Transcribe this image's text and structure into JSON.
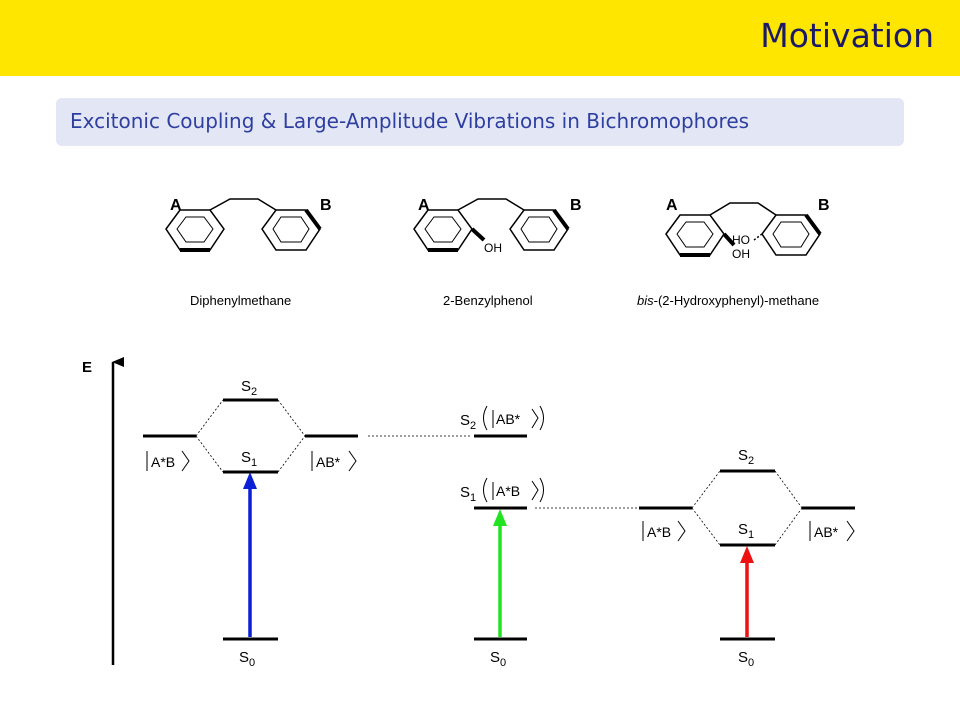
{
  "slide": {
    "title": "Motivation",
    "subtitle": "Excitonic Coupling & Large-Amplitude Vibrations in Bichromophores"
  },
  "molecules": [
    {
      "ring_a_label": "A",
      "ring_b_label": "B",
      "name": "Diphenylmethane"
    },
    {
      "ring_a_label": "A",
      "ring_b_label": "B",
      "name": "2-Benzylphenol",
      "oh_label": "OH"
    },
    {
      "ring_a_label": "A",
      "ring_b_label": "B",
      "name_prefix": "bis",
      "name": "-(2-Hydroxyphenyl)-methane",
      "oh_label": "OH",
      "ho_label": "HO"
    }
  ],
  "energy_diagram": {
    "axis_label": "E",
    "colors": {
      "arrow_blue": "#0a1fd6",
      "arrow_green": "#22e322",
      "arrow_red": "#ee1111"
    },
    "left": {
      "s2": "S",
      "s2_sub": "2",
      "s1": "S",
      "s1_sub": "1",
      "s0": "S",
      "s0_sub": "0",
      "state_a": "A*B",
      "state_b": "AB*"
    },
    "middle": {
      "s2": "S",
      "s2_sub": "2",
      "s2_state": "AB*",
      "s1": "S",
      "s1_sub": "1",
      "s1_state": "A*B",
      "s0": "S",
      "s0_sub": "0"
    },
    "right": {
      "s2": "S",
      "s2_sub": "2",
      "s1": "S",
      "s1_sub": "1",
      "s0": "S",
      "s0_sub": "0",
      "state_a": "A*B",
      "state_b": "AB*"
    }
  }
}
